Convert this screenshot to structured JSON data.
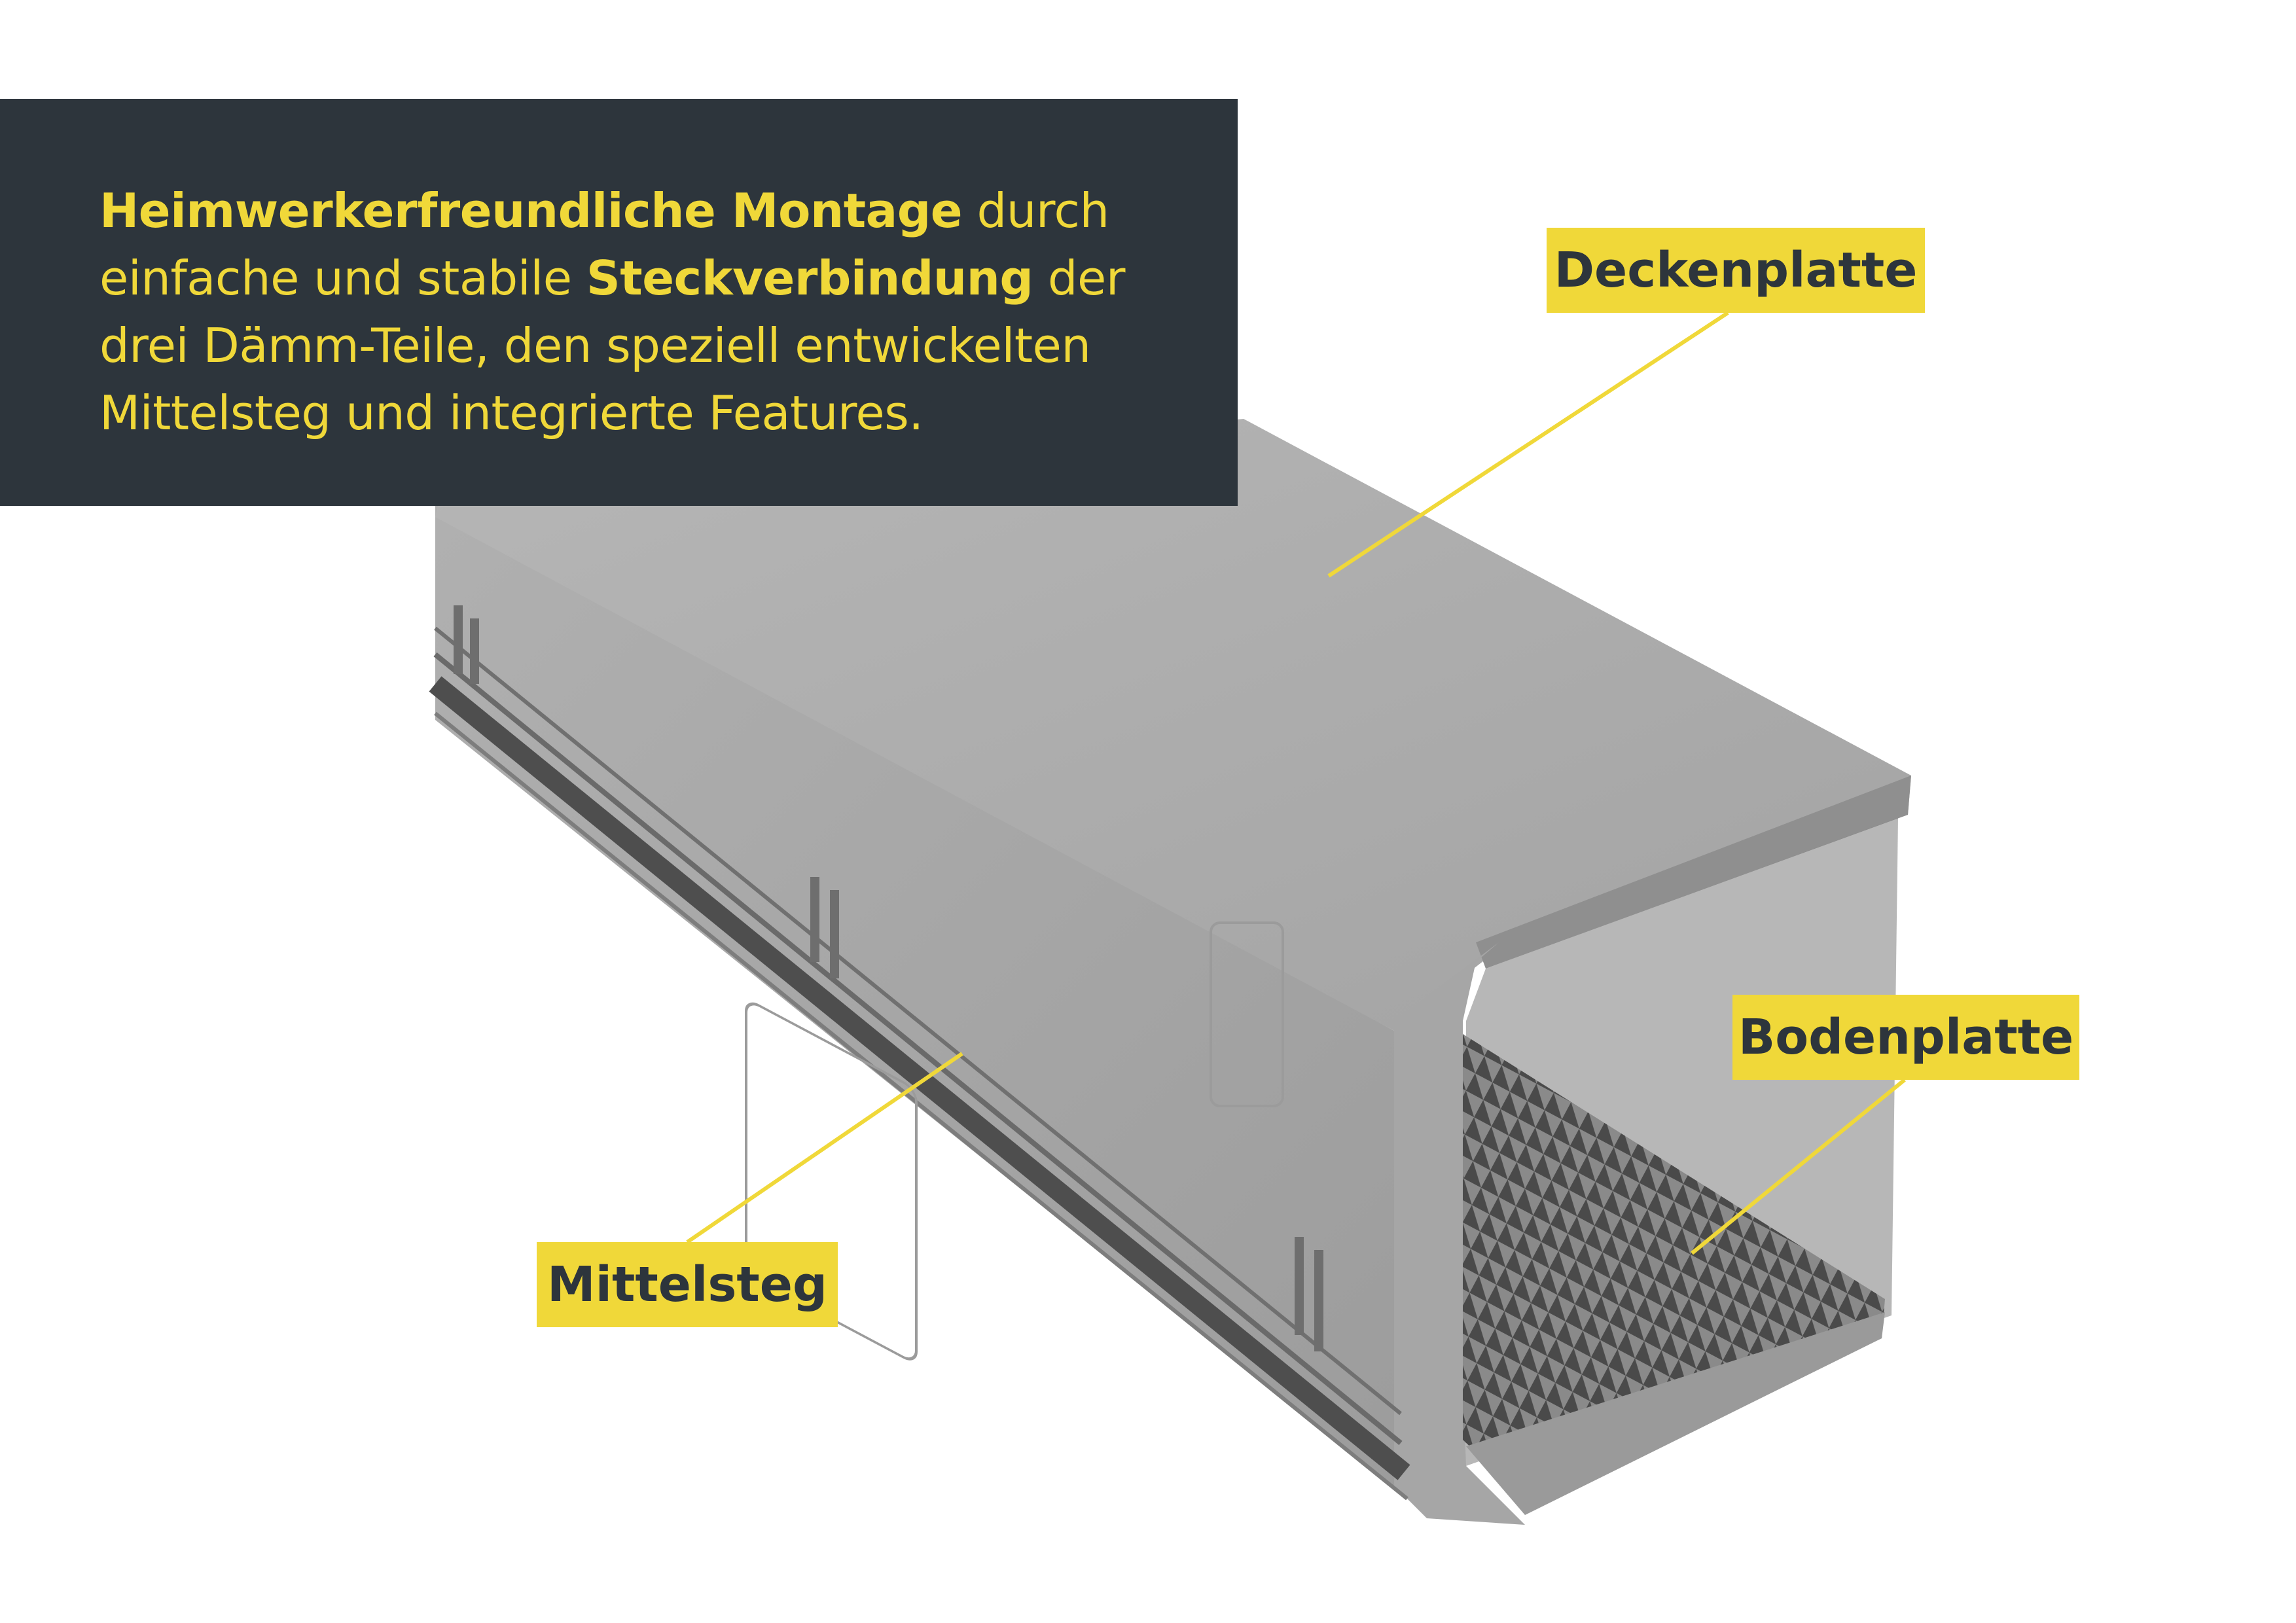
{
  "intro": {
    "part1_bold": "Heimwerkerfreundliche Montage",
    "part2": " durch einfache und stabile ",
    "part3_bold": "Steckverbindung",
    "part4": " der drei Dämm-Teile, den speziell entwickelten Mittelsteg und integrierte Features."
  },
  "labels": {
    "deckenplatte": "Deckenplatte",
    "bodenplatte": "Bodenplatte",
    "mittelsteg": "Mittelsteg"
  },
  "colors": {
    "panel": "#2d353c",
    "accent": "#f0d839",
    "foam": "#a9a9a9"
  }
}
